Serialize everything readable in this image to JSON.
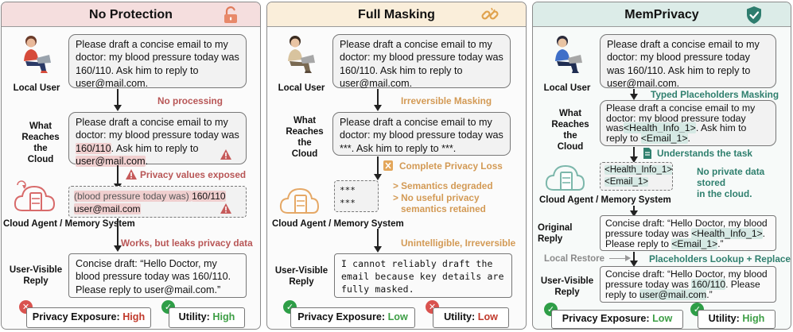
{
  "panels": [
    {
      "title": "No Protection",
      "local_user_label": "Local User",
      "user_msg": "Please draft a concise email to my doctor: my blood pressure today was 160/110. Ask him to reply to user@mail.com.",
      "cloud_label_1": "What",
      "cloud_label_2": "Reaches",
      "cloud_label_3": "the Cloud",
      "step1_note": "No processing",
      "cloud_msg_a": "Please draft a concise email to my doctor: my blood pressure today was ",
      "cloud_msg_bp": "160/110",
      "cloud_msg_b": ". Ask him to reply to ",
      "cloud_msg_email": "user@mail.com",
      "cloud_msg_c": ".",
      "step2_note": "Privacy values exposed",
      "stored_a": "(blood pressure today was) ",
      "stored_bp": "160/110",
      "stored_email": "user@mail.com",
      "agent_label": "Cloud Agent / Memory System",
      "step3_note": "Works, but leaks  privacy data",
      "reply_label_1": "User-Visible",
      "reply_label_2": "Reply",
      "reply_text": "Concise draft:  “Hello Doctor, my blood pressure today was 160/110. Please reply to user@mail.com.”",
      "privacy_label": "Privacy Exposure: ",
      "privacy_value": "High",
      "utility_label": "Utility: ",
      "utility_value": "High"
    },
    {
      "title": "Full Masking",
      "local_user_label": "Local User",
      "user_msg": "Please draft a concise email to my doctor: my blood pressure today was 160/110. Ask him to reply to user@mail.com.",
      "cloud_label_1": "What",
      "cloud_label_2": "Reaches",
      "cloud_label_3": "the Cloud",
      "step1_note": "Irreversible Masking",
      "cloud_msg": "Please draft a concise email to my doctor: my blood pressure today was ***. Ask him to reply to ***.",
      "step2_note": "Complete Privacy Loss",
      "stored_line1": "***",
      "stored_line2": "***",
      "side_note_1": "> Semantics degraded",
      "side_note_2": "> No useful privacy",
      "side_note_3": "semantics retained",
      "agent_label": "Cloud Agent / Memory System",
      "step3_note": "Unintelligible, Irreversible",
      "reply_label_1": "User-Visible",
      "reply_label_2": "Reply",
      "reply_text": "I cannot reliably draft the email because key details are fully masked.",
      "privacy_label": "Privacy Exposure: ",
      "privacy_value": "Low",
      "utility_label": "Utility: ",
      "utility_value": "Low"
    },
    {
      "title": "MemPrivacy",
      "local_user_label": "Local User",
      "user_msg": "Please draft a concise email to my doctor: my blood pressure today was 160/110. Ask him to reply to user@mail.com.",
      "step1_note": "Typed Placeholders Masking",
      "cloud_label_1": "What",
      "cloud_label_2": "Reaches",
      "cloud_label_3": "the Cloud",
      "cloud_msg_a": "Please draft a concise email to my doctor: my blood pressure today was",
      "cloud_msg_ph1": "<Health_Info_1>",
      "cloud_msg_b": ". Ask him to reply to ",
      "cloud_msg_ph2": "<Email_1>",
      "cloud_msg_c": ".",
      "step2_note": "Understands the task",
      "stored_ph1": "<Health_Info_1>",
      "stored_ph2": "<Email_1>",
      "side_note_1": "No private data stored",
      "side_note_2": "in the cloud.",
      "agent_label": "Cloud Agent / Memory System",
      "orig_label": "Original Reply",
      "orig_a": "Concise draft:  “Hello Doctor, my blood pressure today was ",
      "orig_ph1": "<Health_Info_1>",
      "orig_b": ". Please reply to ",
      "orig_ph2": "<Email_1>",
      "orig_c": ".”",
      "restore_label": "Local Restore",
      "step3_note": "Placeholders Lookup + Replace",
      "reply_label_1": "User-Visible",
      "reply_label_2": "Reply",
      "reply_a": "Concise draft:  “Hello Doctor, my blood pressure today was ",
      "reply_bp": "160/110",
      "reply_b": ". Please reply to ",
      "reply_email": "user@mail.com",
      "reply_c": ".”",
      "privacy_label": "Privacy Exposure: ",
      "privacy_value": "Low",
      "utility_label": "Utility: ",
      "utility_value": "High"
    }
  ],
  "colors": {
    "red_header": "#f5dede",
    "orange_header": "#faeeda",
    "teal_header": "#dcece8",
    "red_note": "#b85656",
    "orange_note": "#d39a55",
    "teal_note": "#2f7f6e"
  },
  "icons": [
    "open-lock-icon",
    "broken-link-icon",
    "shield-check-icon",
    "user-laptop-icon",
    "cloud-server-icon",
    "warning-icon",
    "cross-badge-icon",
    "check-badge-icon",
    "document-icon",
    "masking-icon"
  ]
}
